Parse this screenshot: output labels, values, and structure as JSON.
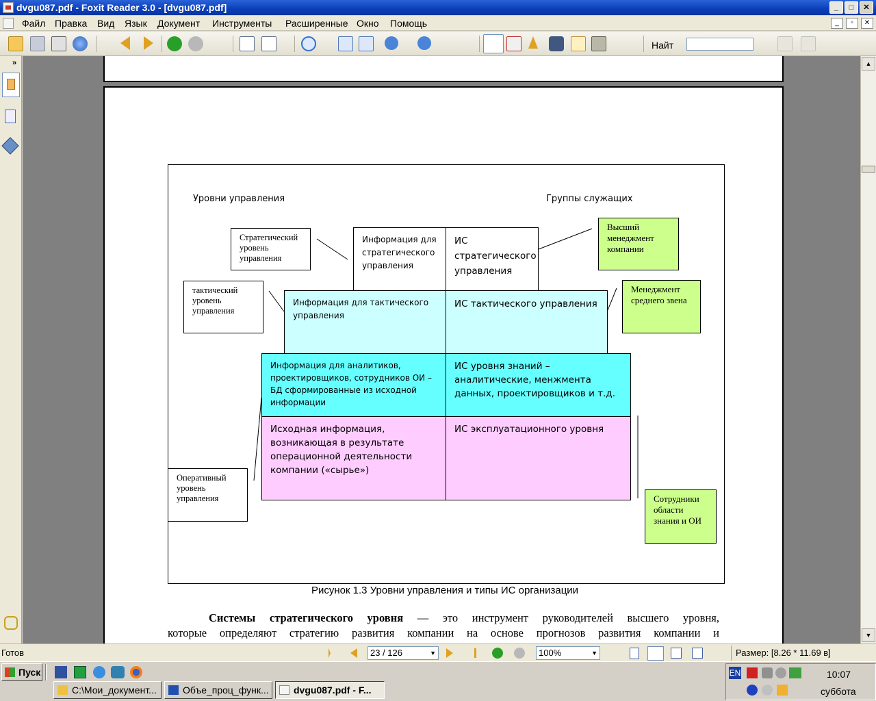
{
  "window": {
    "title": "dvgu087.pdf - Foxit Reader 3.0 - [dvgu087.pdf]",
    "minimize": "_",
    "maximize": "□",
    "close": "✕"
  },
  "menu": {
    "items": [
      "Файл",
      "Правка",
      "Вид",
      "Язык",
      "Документ",
      "Инструменты",
      "Расширенные",
      "Окно",
      "Помощь"
    ]
  },
  "toolbar": {
    "find_label": "Найт",
    "find_value": ""
  },
  "diagram": {
    "left_heading": "Уровни управления",
    "right_heading": "Группы служащих",
    "info_strategic": "Информация для стратегического управления",
    "is_strategic": "ИС стратегического управления",
    "info_tactical": "Информация для тактического управления",
    "is_tactical": "ИС тактического управления",
    "info_knowledge": "Информация для аналитиков, проектировщиков, сотрудников ОИ – БД сформированные из исходной информации",
    "is_knowledge": "ИС уровня знаний – аналитические, менжмента данных, проектировщиков и т.д.",
    "info_operational": "Исходная информация, возникающая в результате операционной деятельности компании («сырье»)",
    "is_operational": "ИС эксплуатационного уровня",
    "level_strategic": "Стратегический уровень управления",
    "level_tactical": "тактический уровень управления",
    "level_operational": "Оперативный уровень управления",
    "group_top": "Высший менеджмент компании",
    "group_middle": "Менеджмент среднего звена",
    "group_knowledge": "Сотрудники области знания и ОИ",
    "colors": {
      "pink": "#ffccff",
      "cyan": "#66ffff",
      "lightcyan": "#ccffff",
      "green": "#ccff8c"
    }
  },
  "caption": "Рисунок 1.3 Уровни управления и типы ИС организации",
  "body_text": {
    "bold": "Системы стратегического уровня",
    "line1_rest": " — это инструмент руководителей высшего уровня,",
    "line2": "которые определяют стратегию развития компании на основе прогнозов развития компании и"
  },
  "status": {
    "ready": "Готов",
    "page": "23 / 126",
    "zoom": "100%",
    "size": "Размер: [8.26 * 11.69 в]"
  },
  "taskbar": {
    "start": "Пуск",
    "tasks": [
      "C:\\Мои_документ...",
      "Объе_проц_функ...",
      "dvgu087.pdf - F..."
    ],
    "lang": "EN",
    "time": "10:07",
    "day": "суббота"
  }
}
